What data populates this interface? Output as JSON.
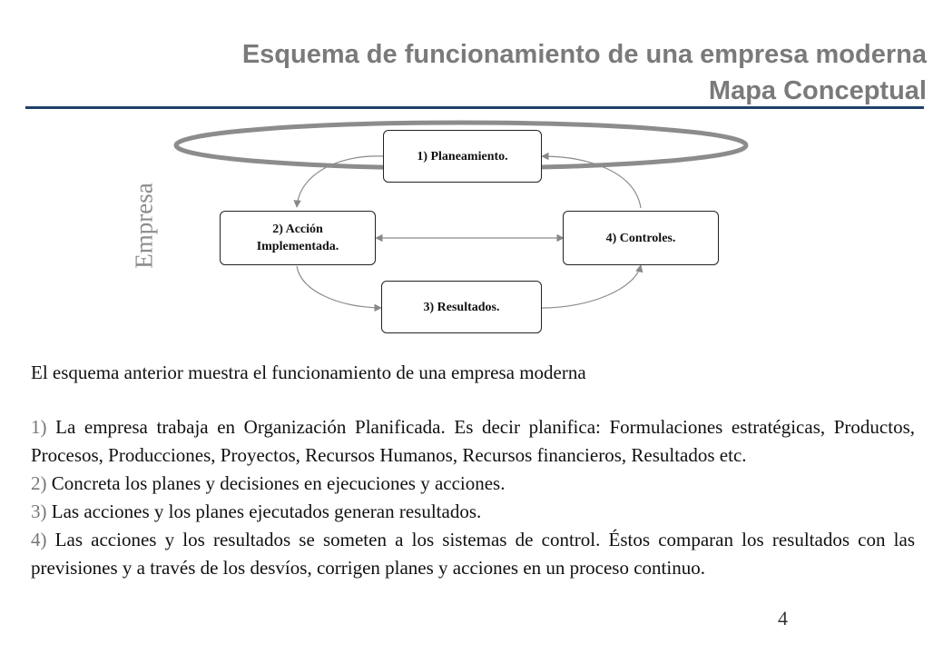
{
  "header": {
    "title_line1": "Esquema de funcionamiento de una empresa moderna",
    "title_line2": "Mapa Conceptual"
  },
  "diagram": {
    "side_label": "Empresa",
    "nodes": {
      "planeamiento": "1) Planeamiento.",
      "accion_line1": "2) Acción",
      "accion_line2": "Implementada.",
      "controles": "4) Controles.",
      "resultados": "3) Resultados."
    }
  },
  "body": {
    "intro": "El esquema anterior muestra el funcionamiento de una empresa moderna",
    "steps": [
      {
        "num": "1)",
        "text": " La empresa trabaja en Organización Planificada. Es decir planifica: Formulaciones estratégicas, Productos, Procesos, Producciones, Proyectos, Recursos Humanos, Recursos financieros, Resultados etc."
      },
      {
        "num": "2)",
        "text": " Concreta los planes y decisiones en ejecuciones y acciones."
      },
      {
        "num": "3)",
        "text": " Las acciones y los planes ejecutados generan resultados."
      },
      {
        "num": "4)",
        "text": " Las acciones y los resultados se someten a los sistemas de control. Éstos comparan los resultados con las previsiones y a través de los desvíos, corrigen planes y acciones en un proceso continuo."
      }
    ]
  },
  "footer": {
    "page_number": "4"
  },
  "colors": {
    "title": "#7a7a7a",
    "rule": "#1f3f6b",
    "ellipse": "#888888",
    "arrows": "#888888",
    "step_numbers": "#777777"
  }
}
